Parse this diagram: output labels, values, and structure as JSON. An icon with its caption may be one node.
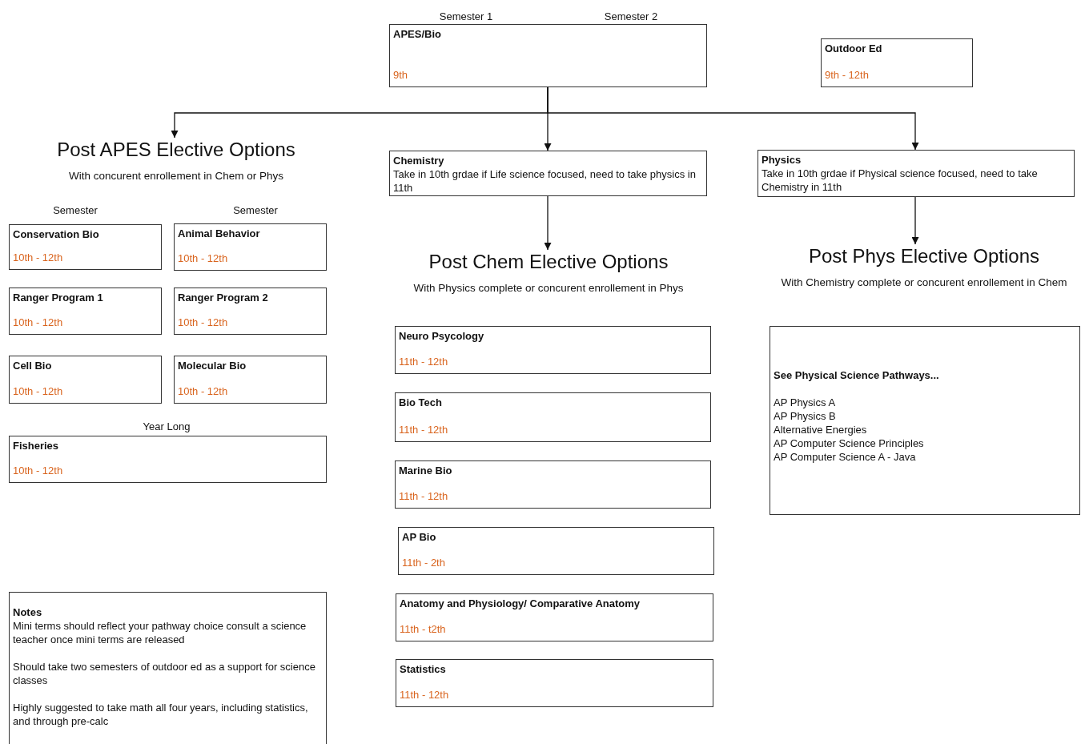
{
  "diagram": {
    "nodes": [
      {
        "text": [
          "APES/Bio",
          "9th"
        ]
      },
      {
        "text": [
          "Outdoor Ed",
          "9th - 12th"
        ]
      },
      {
        "text": [
          "Post APES Elective Options",
          "With concurent enrollement in Chem or Phys"
        ]
      },
      {
        "text": [
          "Chemistry",
          "Take in 10th grdae if Life science focused, need to take physics in 11th"
        ]
      },
      {
        "text": [
          "Physics",
          "Take in 10th grdae if Physical science focused, need to take Chemistry in 11th"
        ]
      },
      {
        "text": [
          "Conservation Bio",
          "10th - 12th"
        ]
      },
      {
        "text": [
          "Animal Behavior",
          "10th - 12th"
        ]
      },
      {
        "text": [
          "Ranger Program 1",
          "10th - 12th"
        ]
      },
      {
        "text": [
          "Ranger Program 2",
          "10th - 12th"
        ]
      },
      {
        "text": [
          "Cell Bio",
          "10th - 12th"
        ]
      },
      {
        "text": [
          "Molecular Bio",
          "10th - 12th"
        ]
      },
      {
        "text": [
          "Fisheries",
          "10th - 12th"
        ]
      },
      {
        "text": [
          "Post Chem Elective Options",
          "With Physics complete or concurent enrollement in Phys"
        ]
      },
      {
        "text": [
          "Post Phys Elective Options",
          "With Chemistry complete or concurent enrollement in Chem"
        ]
      },
      {
        "text": [
          "Neuro Psycology",
          "11th - 12th"
        ]
      },
      {
        "text": [
          "Bio Tech",
          "11th - 12th"
        ]
      },
      {
        "text": [
          "Marine Bio",
          "11th - 12th"
        ]
      },
      {
        "text": [
          "AP Bio",
          "11th - 2th"
        ]
      },
      {
        "text": [
          "Anatomy and Physiology/ Comparative Anatomy",
          "11th - t2th"
        ]
      },
      {
        "text": [
          "Statistics",
          "11th - 12th"
        ]
      },
      {
        "text": [
          "See Physical Science Pathways...",
          "AP Physics A",
          "AP Physics B",
          "Alternative Energies",
          "AP Computer Science Principles",
          "AP Computer Science A - Java"
        ]
      },
      {
        "text": [
          "Notes",
          "Mini terms should reflect your pathway choice consult a science teacher once mini terms are released",
          "Should take two semesters of outdoor ed as a support for science classes",
          "Highly suggested to take math all four years, including statistics, and through pre-calc"
        ]
      }
    ],
    "edges": [
      {
        "from": 0,
        "to": 2,
        "arrow": "to"
      },
      {
        "from": 0,
        "to": 3,
        "arrow": "to"
      },
      {
        "from": 0,
        "to": 4,
        "arrow": "to"
      },
      {
        "from": 3,
        "to": 12,
        "arrow": "to"
      },
      {
        "from": 4,
        "to": 13,
        "arrow": "to"
      }
    ],
    "labels": [
      "Semester 1",
      "Semester 2",
      "Semester",
      "Semester",
      "Year Long"
    ]
  }
}
